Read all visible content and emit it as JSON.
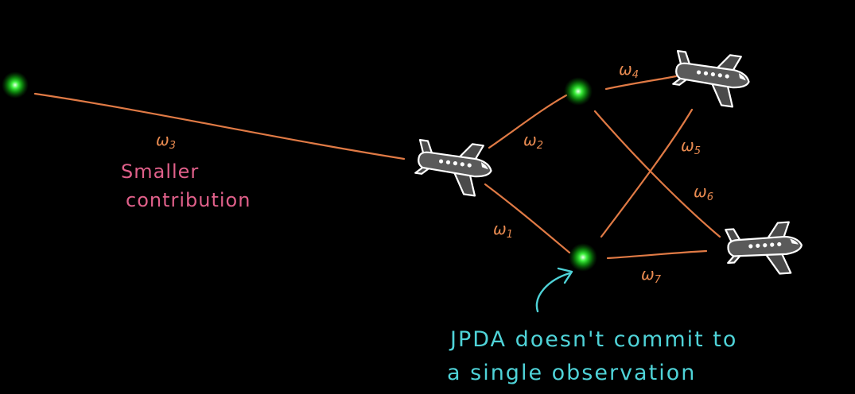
{
  "edges": {
    "w1": {
      "letter": "ω",
      "sub": "1"
    },
    "w2": {
      "letter": "ω",
      "sub": "2"
    },
    "w3": {
      "letter": "ω",
      "sub": "3"
    },
    "w4": {
      "letter": "ω",
      "sub": "4"
    },
    "w5": {
      "letter": "ω",
      "sub": "5"
    },
    "w6": {
      "letter": "ω",
      "sub": "6"
    },
    "w7": {
      "letter": "ω",
      "sub": "7"
    }
  },
  "annotations": {
    "smaller_line1": "Smaller",
    "smaller_line2": "contribution",
    "jpda_line1": "JPDA doesn't commit to",
    "jpda_line2": "a single observation"
  },
  "colors": {
    "background": "#000000",
    "edge": "#E07A45",
    "observation": "#22DD22",
    "annotation_pink": "#E0608A",
    "annotation_cyan": "#4FD3D8"
  },
  "icons": {
    "observation": "green-glow-dot",
    "target": "airplane-icon"
  }
}
